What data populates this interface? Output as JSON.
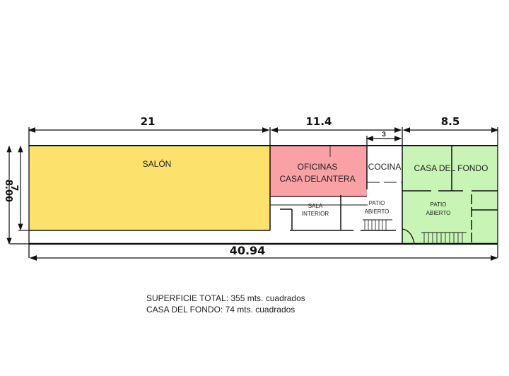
{
  "plan": {
    "dimensions": {
      "top_segments": [
        "21",
        "11.4",
        "8.5"
      ],
      "cocina_width": "3",
      "total_length": "40.94",
      "outer_depth": "8.00",
      "inner_depth": "7"
    },
    "rooms": {
      "salon": "SALÓN",
      "oficinas_line1": "OFICINAS",
      "oficinas_line2": "CASA DELANTERA",
      "cocina": "COCINA",
      "casa_fondo": "CASA DEL FONDO",
      "sala_line1": "SALA",
      "sala_line2": "INTERIOR",
      "patio1_line1": "PATIO",
      "patio1_line2": "ABIERTO",
      "patio2_line1": "PATIO",
      "patio2_line2": "ABIERTO"
    },
    "colors": {
      "salon": "#FCE16C",
      "oficinas": "#F9A1A4",
      "casa_fondo": "#C8F5B5"
    }
  },
  "notes": {
    "line1": "SUPERFICIE TOTAL: 355 mts. cuadrados",
    "line2": "CASA DEL FONDO: 74 mts. cuadrados"
  }
}
